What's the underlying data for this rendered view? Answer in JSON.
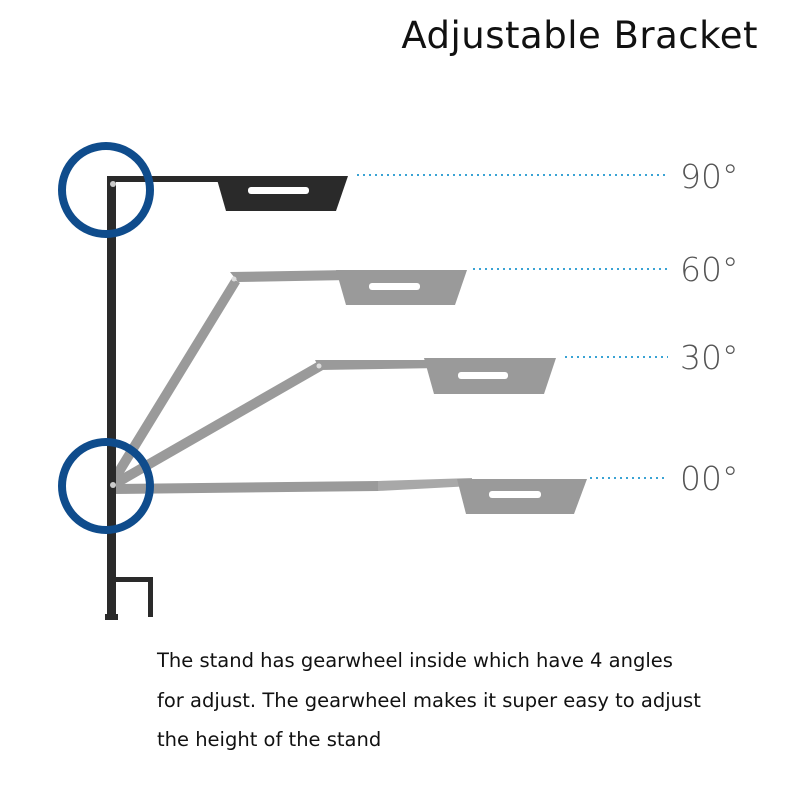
{
  "title": "Adjustable Bracket",
  "positions": [
    {
      "label": "90°"
    },
    {
      "label": "60°"
    },
    {
      "label": "30°"
    },
    {
      "label": "00°"
    }
  ],
  "caption": {
    "lines": [
      "The stand has gearwheel inside which have 4 angles",
      "for adjust. The gearwheel makes it super easy to adjust",
      "the height of the stand"
    ]
  },
  "colors": {
    "highlight_ring": "#0f4c8c",
    "guide_dots": "#3aa3d4",
    "stand": "#2a2a2a",
    "arm_gray": "#9a9a9a"
  }
}
